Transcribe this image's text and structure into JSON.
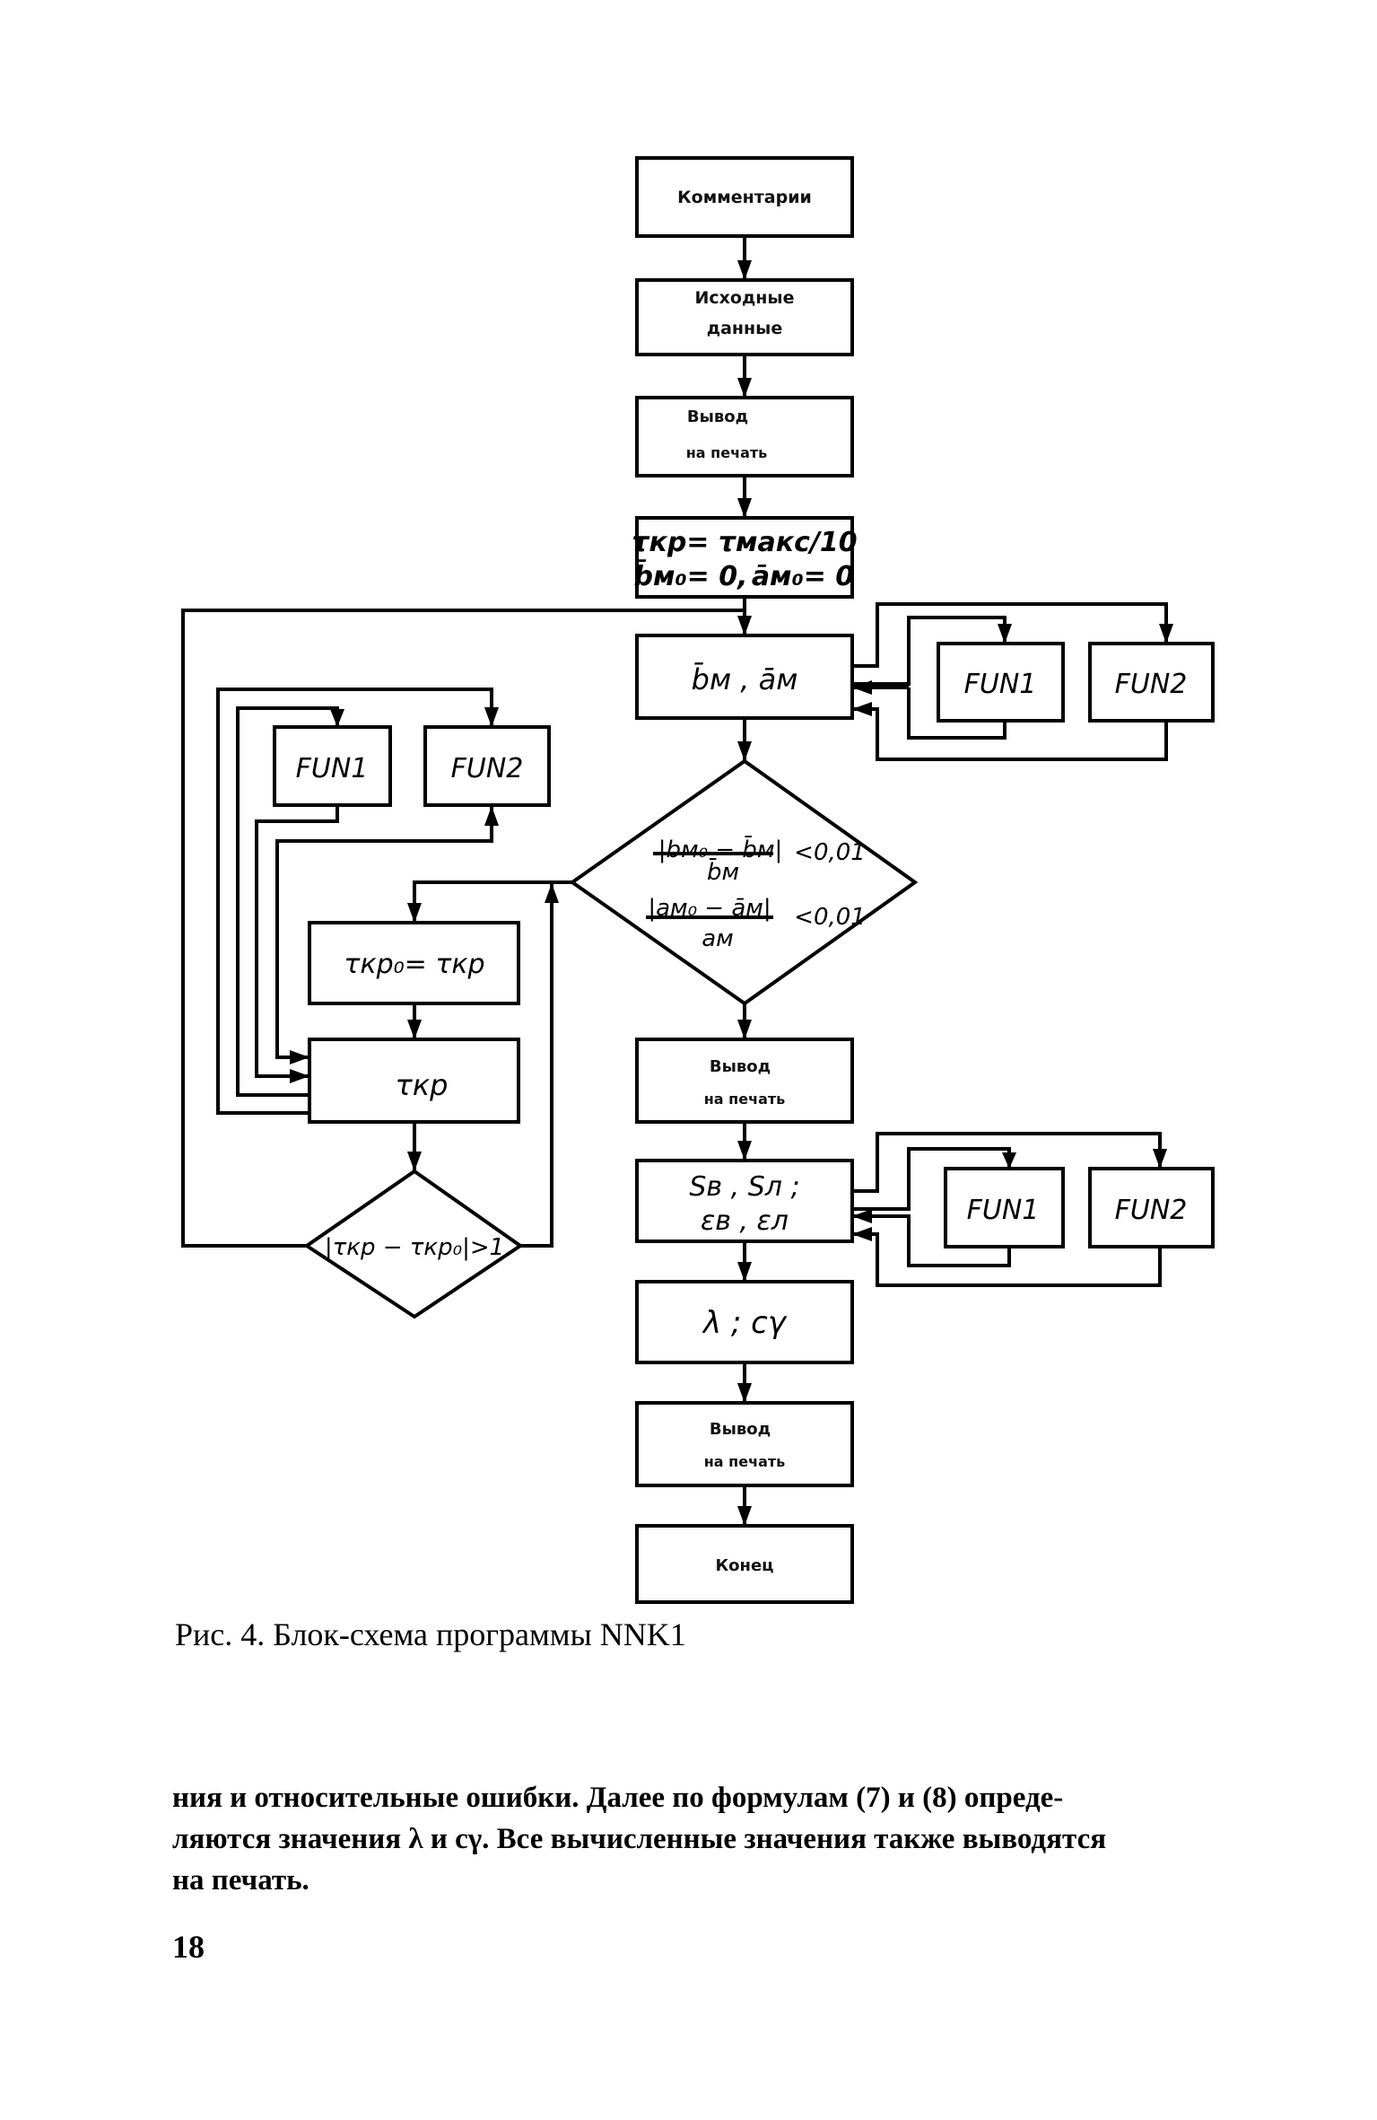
{
  "figure": {
    "caption": "Рис. 4. Блок-схема программы NNK1",
    "main_flow": [
      {
        "id": "comments",
        "type": "box",
        "lines": [
          "Комментарии"
        ]
      },
      {
        "id": "input-data",
        "type": "box",
        "lines": [
          "Исходные",
          "данные"
        ]
      },
      {
        "id": "print-1",
        "type": "box",
        "lines": [
          "Вывод",
          "на печать"
        ]
      },
      {
        "id": "init",
        "type": "box",
        "lines": [
          "τкр = τмакс/10",
          "b̄м₀ = 0, āм₀ = 0"
        ]
      },
      {
        "id": "compute-ba",
        "type": "box",
        "lines": [
          "b̄м , āм"
        ]
      },
      {
        "id": "convergence-check",
        "type": "diamond",
        "lines": [
          "|bм₀ − b̄м| / b̄м < 0,01",
          "|aм₀ − āм| / āм < 0,01"
        ]
      },
      {
        "id": "print-2",
        "type": "box",
        "lines": [
          "Вывод",
          "на печать"
        ]
      },
      {
        "id": "compute-s-e",
        "type": "box",
        "lines": [
          "Sв , Sл ;",
          "εв , εл"
        ]
      },
      {
        "id": "compute-lambda",
        "type": "box",
        "lines": [
          "λ ; cγ"
        ]
      },
      {
        "id": "print-3",
        "type": "box",
        "lines": [
          "Вывод",
          "на печать"
        ]
      },
      {
        "id": "end",
        "type": "box",
        "lines": [
          "Конец"
        ]
      }
    ],
    "side_loop": [
      {
        "id": "save-tau",
        "type": "box",
        "lines": [
          "τкр₀ = τкр"
        ]
      },
      {
        "id": "compute-tau",
        "type": "box",
        "lines": [
          "τкр"
        ]
      },
      {
        "id": "tau-check",
        "type": "diamond",
        "lines": [
          "|τкр − τкр₀| > 1"
        ]
      }
    ],
    "subroutines": {
      "fun1": "FUN1",
      "fun2": "FUN2"
    },
    "labels": {
      "init_line1": "τкр= τмакс/10",
      "init_line2a": "b̄м₀= 0,",
      "init_line2b": "āм₀= 0",
      "ba": "b̄м ,  āм",
      "cond1_num": "|bм₀ − b̄м|",
      "cond1_den": "b̄м",
      "cond1_rhs": "<0,01",
      "cond2_num": "|aм₀ − āм|",
      "cond2_den": "aм",
      "cond2_rhs": "<0,01",
      "save_tau": "τкр₀= τкр",
      "tau": "τкр",
      "tau_check": "|τкр − τкр₀|>1",
      "se1": "Sв ,  Sл ;",
      "se2": "εв ,  εл",
      "lambda": "λ ;  cγ"
    }
  },
  "body_text": {
    "lines": [
      "ния и относительные ошибки. Далее по формулам (7) и (8) опреде-",
      "ляются значения λ и cγ. Все вычисленные значения также выводятся",
      "на печать."
    ]
  },
  "page_number": "18"
}
